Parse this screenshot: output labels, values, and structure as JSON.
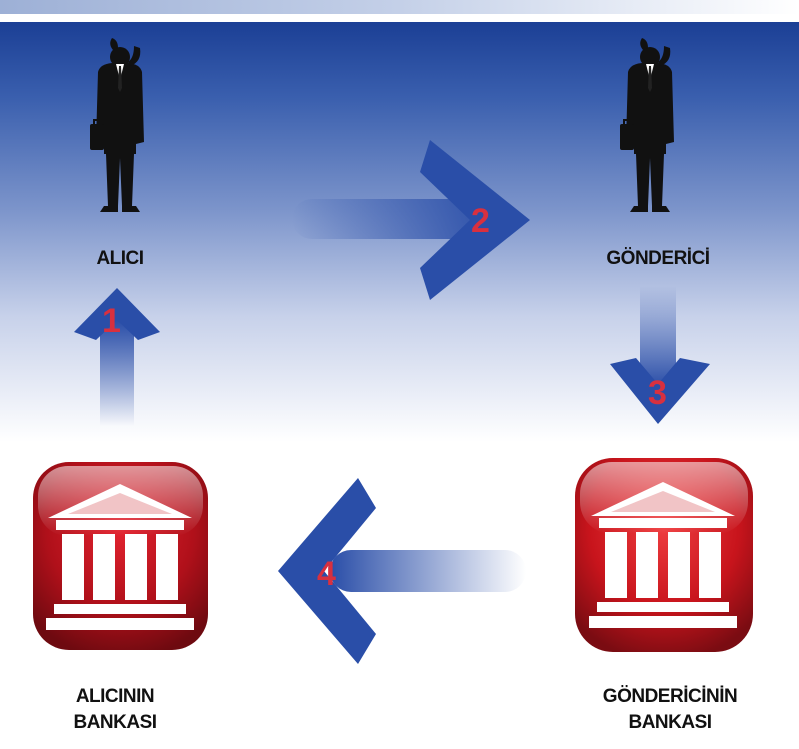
{
  "nodes": {
    "receiver": {
      "label": "ALICI"
    },
    "sender": {
      "label": "GÖNDERİCİ"
    },
    "receiver_bank": {
      "label_line1": "ALICININ",
      "label_line2": "BANKASI"
    },
    "sender_bank": {
      "label_line1": "GÖNDERİCİNİN",
      "label_line2": "BANKASI"
    }
  },
  "steps": [
    {
      "number": "1"
    },
    {
      "number": "2"
    },
    {
      "number": "3"
    },
    {
      "number": "4"
    }
  ],
  "icons": {
    "person": "businessman-silhouette-icon",
    "bank": "bank-building-icon"
  },
  "colors": {
    "arrow_blue": "#2a4ea8",
    "step_number": "#d8303f",
    "bank_red": "#b0101a"
  }
}
